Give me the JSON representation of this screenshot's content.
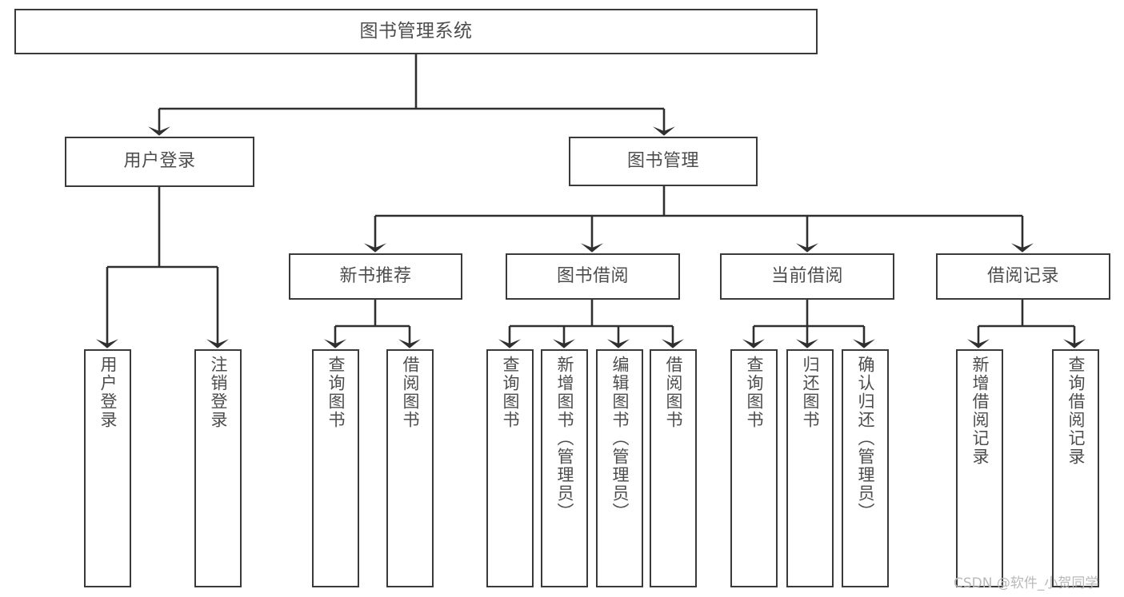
{
  "diagram": {
    "type": "tree-hierarchy",
    "title": "图书管理系统",
    "root": {
      "label": "图书管理系统"
    },
    "level2": [
      {
        "id": "user-login",
        "label": "用户登录"
      },
      {
        "id": "book-management",
        "label": "图书管理"
      }
    ],
    "level3": [
      {
        "id": "new-book-recommend",
        "label": "新书推荐",
        "parent": "book-management"
      },
      {
        "id": "book-borrow",
        "label": "图书借阅",
        "parent": "book-management"
      },
      {
        "id": "current-borrow",
        "label": "当前借阅",
        "parent": "book-management"
      },
      {
        "id": "borrow-record",
        "label": "借阅记录",
        "parent": "book-management"
      }
    ],
    "leaves": {
      "user-login": [
        {
          "id": "leaf-user-login",
          "label": "用户登录"
        },
        {
          "id": "leaf-logout",
          "label": "注销登录"
        }
      ],
      "new-book-recommend": [
        {
          "id": "leaf-query-book-1",
          "label": "查询图书"
        },
        {
          "id": "leaf-borrow-book-1",
          "label": "借阅图书"
        }
      ],
      "book-borrow": [
        {
          "id": "leaf-query-book-2",
          "label": "查询图书"
        },
        {
          "id": "leaf-add-book",
          "label": "新增图书（管理员）"
        },
        {
          "id": "leaf-edit-book",
          "label": "编辑图书（管理员）"
        },
        {
          "id": "leaf-borrow-book-2",
          "label": "借阅图书"
        }
      ],
      "current-borrow": [
        {
          "id": "leaf-query-book-3",
          "label": "查询图书"
        },
        {
          "id": "leaf-return-book",
          "label": "归还图书"
        },
        {
          "id": "leaf-confirm-return",
          "label": "确认归还（管理员）"
        }
      ],
      "borrow-record": [
        {
          "id": "leaf-add-record",
          "label": "新增借阅记录"
        },
        {
          "id": "leaf-query-record",
          "label": "查询借阅记录"
        }
      ]
    },
    "colors": {
      "background": "#ffffff",
      "box_border": "#3a3a3a",
      "box_fill": "#ffffff",
      "text": "#4d4d4d",
      "connector": "#2f2f2f",
      "watermark": "#b9b9b9"
    }
  },
  "watermark": {
    "text": "CSDN @软件_小贺同学"
  }
}
